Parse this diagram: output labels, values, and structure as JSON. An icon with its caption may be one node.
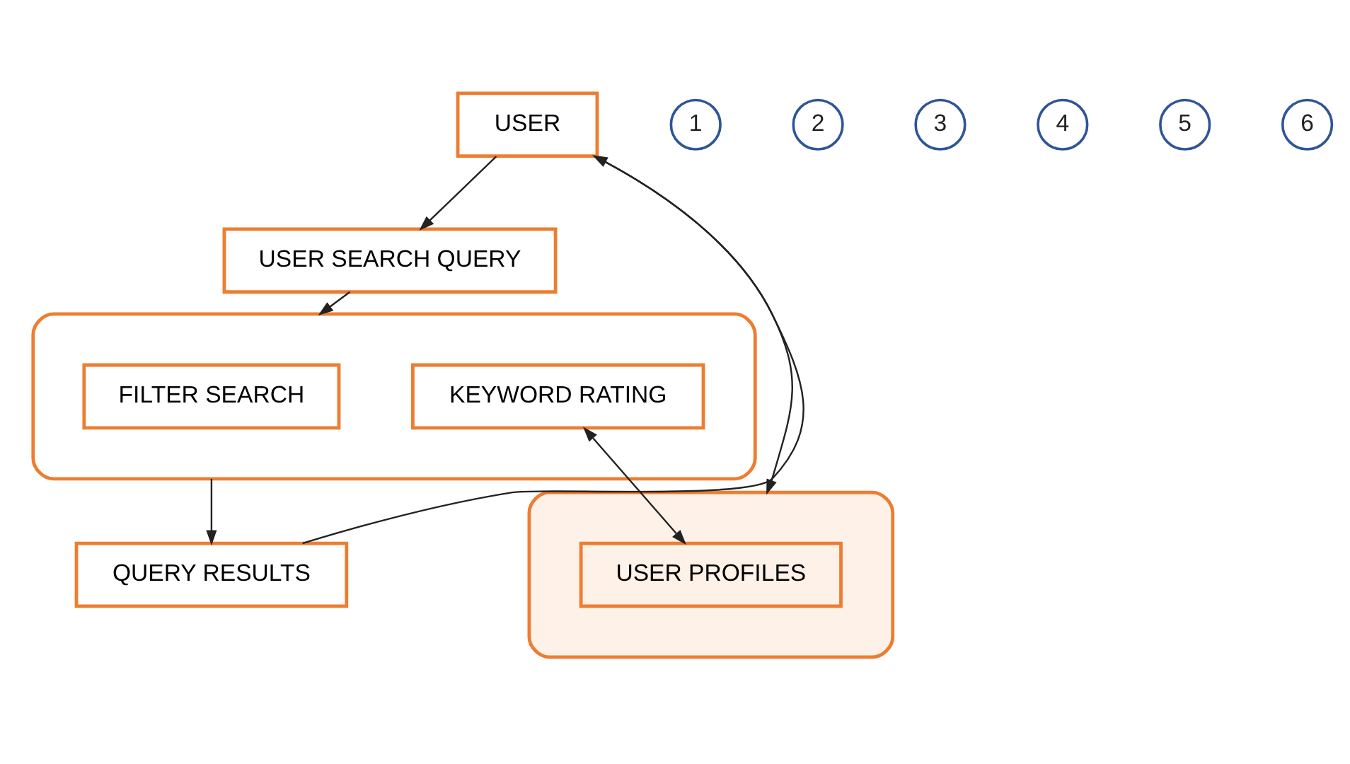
{
  "diagram": {
    "nodes": [
      {
        "text": [
          "USER"
        ]
      },
      {
        "text": [
          "USER SEARCH QUERY"
        ]
      },
      {
        "text": [],
        "shape": "box"
      },
      {
        "text": [
          "FILTER SEARCH"
        ],
        "in": 2
      },
      {
        "text": [
          "KEYWORD RATING"
        ],
        "in": 2
      },
      {
        "text": [],
        "shape": "cylinder"
      },
      {
        "text": [
          "USER PROFILES"
        ],
        "in": 5
      },
      {
        "text": [
          "QUERY RESULTS"
        ]
      },
      {
        "text": [
          "1"
        ]
      },
      {
        "text": [
          "2"
        ]
      },
      {
        "text": [
          "3"
        ]
      },
      {
        "text": [
          "4"
        ]
      },
      {
        "text": [
          "5"
        ]
      },
      {
        "text": [
          "6"
        ]
      }
    ],
    "edges": [
      {
        "from": 0,
        "to": 1,
        "arrow": "to"
      },
      {
        "from": 1,
        "to": 2,
        "arrow": "to"
      },
      {
        "from": 4,
        "to": 6,
        "arrow": "both"
      },
      {
        "from": 2,
        "to": 7,
        "arrow": "to"
      },
      {
        "from": 7,
        "to": 0,
        "arrow": "to"
      },
      {
        "from": 0,
        "to": 5,
        "arrow": "to"
      }
    ]
  }
}
